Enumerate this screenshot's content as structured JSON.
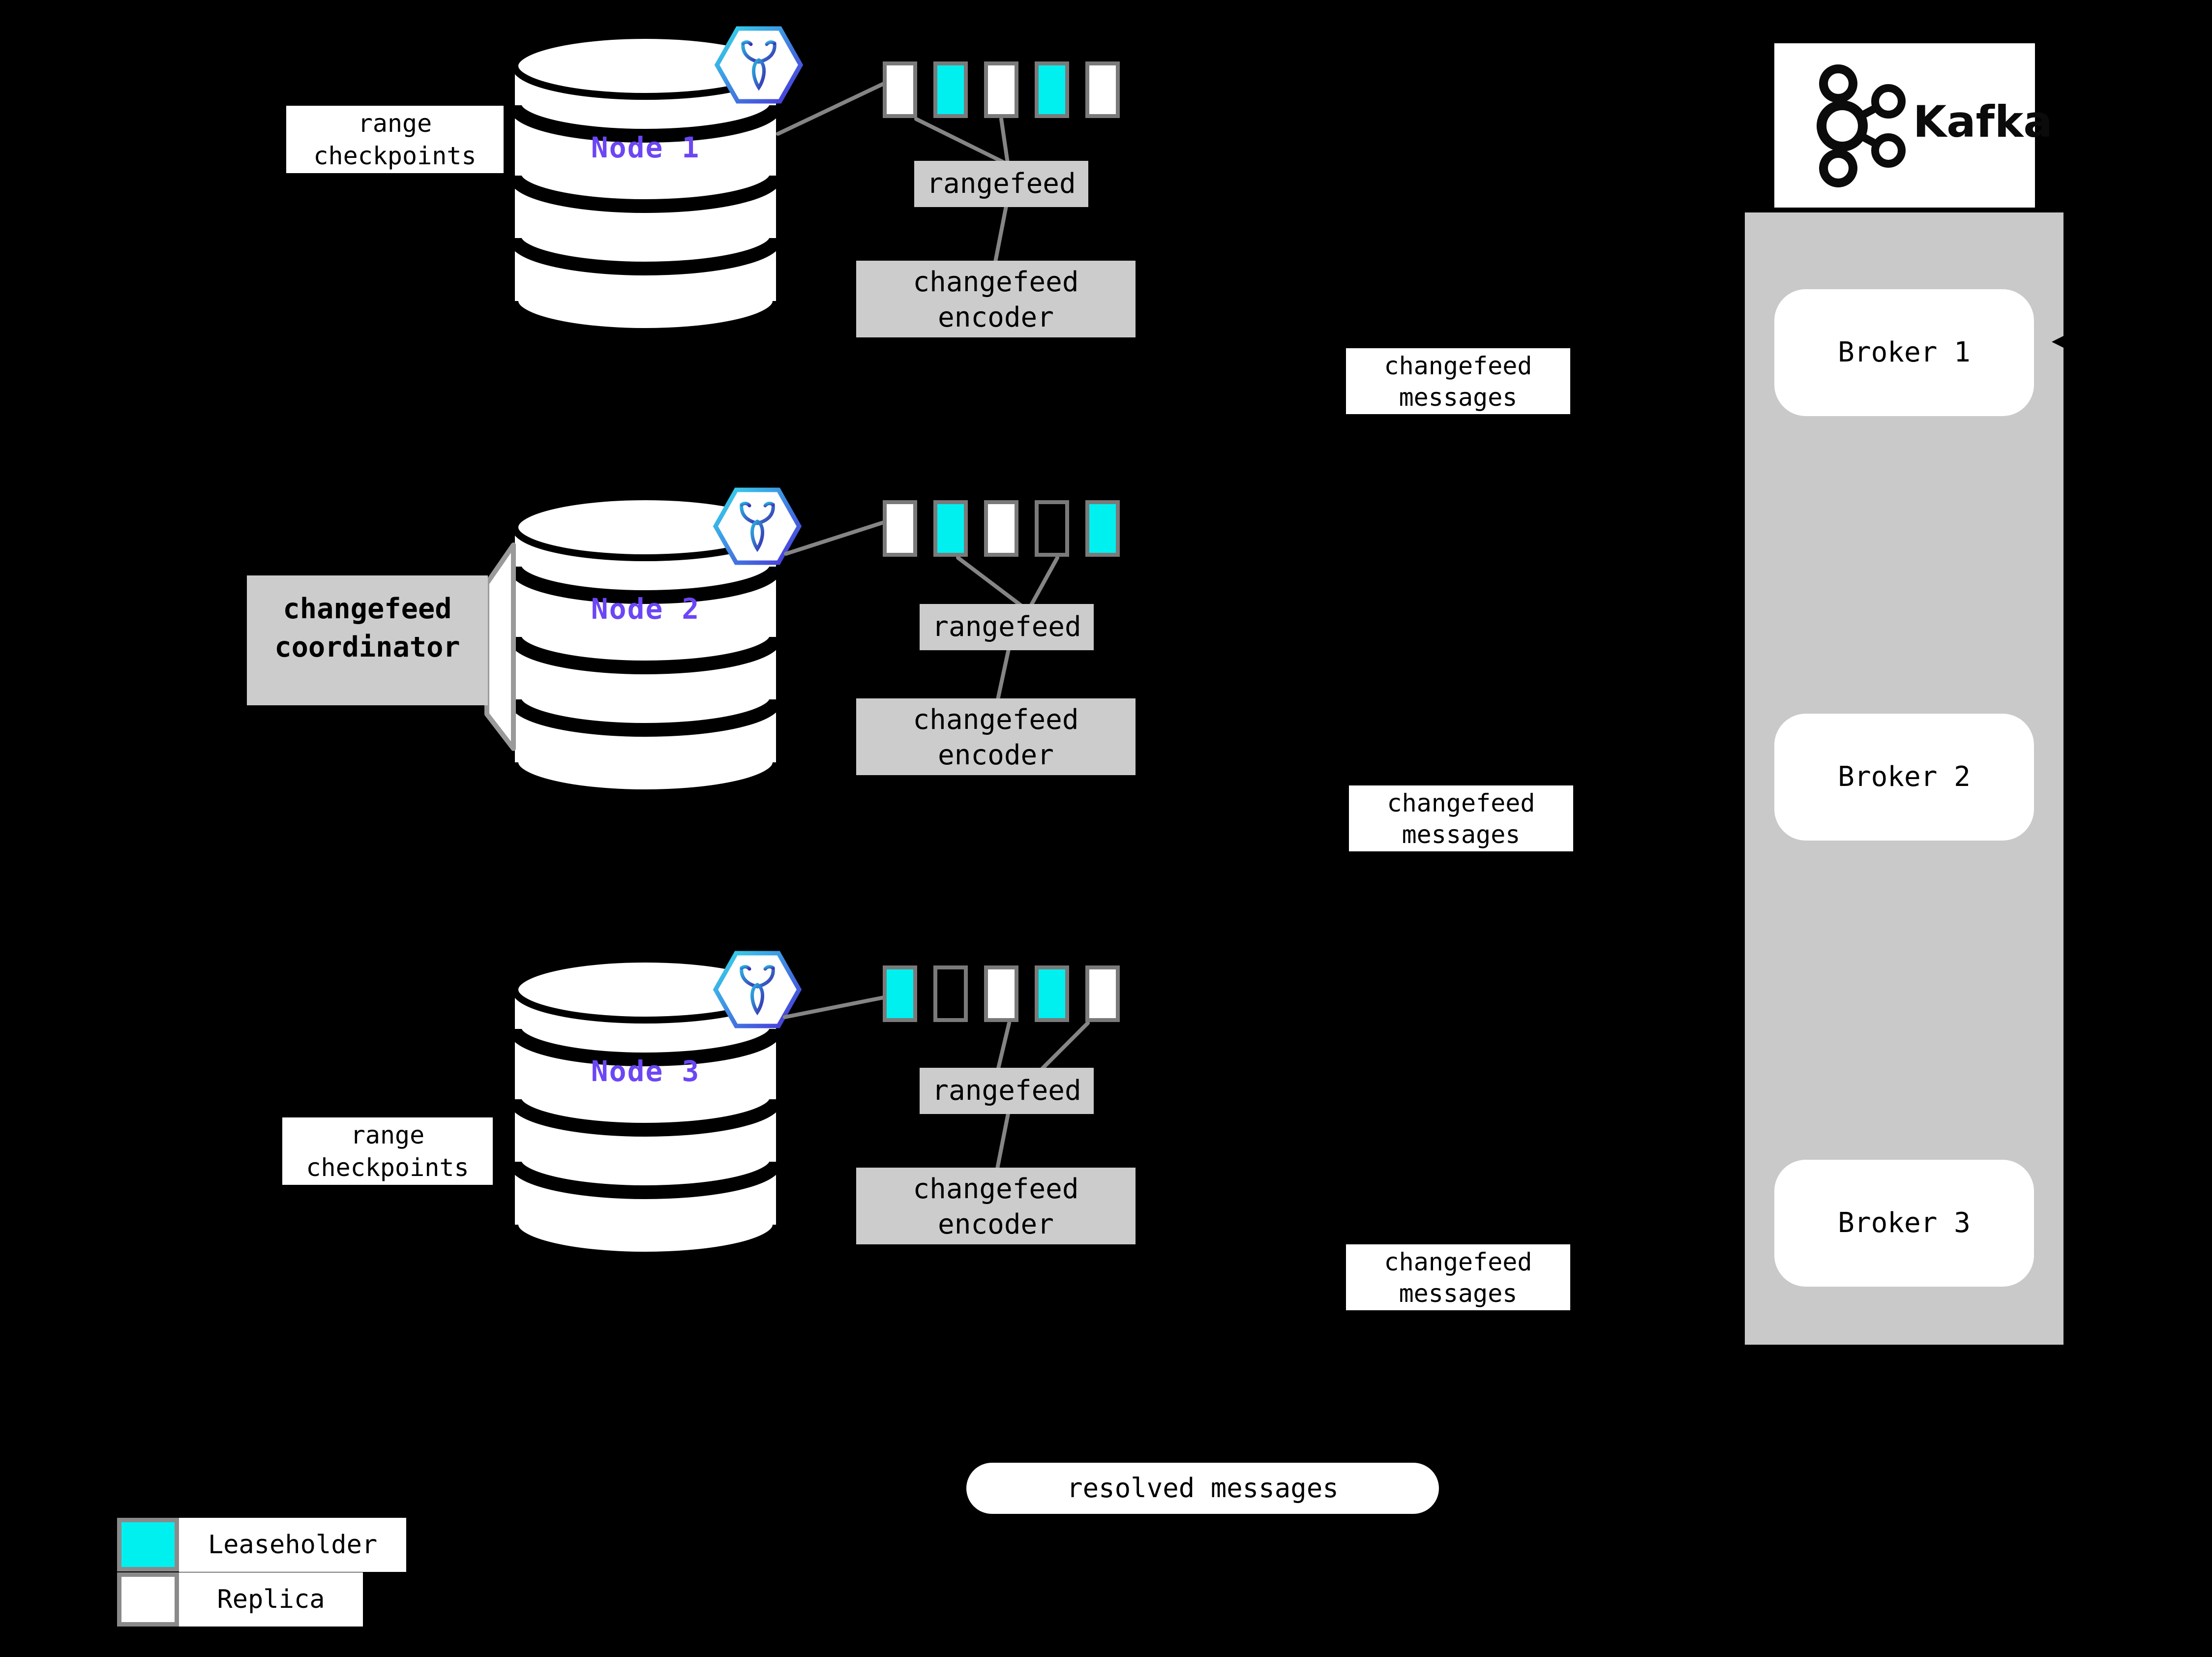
{
  "nodes": [
    {
      "name": "Node 1",
      "ranges": [
        "replica",
        "leaseholder",
        "replica",
        "leaseholder",
        "replica"
      ]
    },
    {
      "name": "Node 2",
      "ranges": [
        "replica",
        "leaseholder",
        "replica",
        "empty",
        "leaseholder"
      ]
    },
    {
      "name": "Node 3",
      "ranges": [
        "leaseholder",
        "empty",
        "replica",
        "leaseholder",
        "replica"
      ]
    }
  ],
  "boxes": {
    "checkpoints_line1": "range",
    "checkpoints_line2": "checkpoints",
    "coordinator_line1": "changefeed",
    "coordinator_line2": "coordinator",
    "rangefeed": "rangefeed",
    "encoder_line1": "changefeed",
    "encoder_line2": "encoder",
    "messages_line1": "changefeed",
    "messages_line2": "messages",
    "resolved": "resolved messages"
  },
  "kafka": {
    "title": "Kafka",
    "brokers": [
      {
        "label": "Broker 1"
      },
      {
        "label": "Broker 2"
      },
      {
        "label": "Broker 3"
      }
    ]
  },
  "legend": [
    {
      "label": "Leaseholder",
      "type": "leaseholder",
      "color": "#00F0F0"
    },
    {
      "label": "Replica",
      "type": "replica",
      "color": "#FFFFFF"
    }
  ],
  "colors": {
    "background": "#000000",
    "leaseholder": "#00F0F0",
    "replica": "#FFFFFF",
    "empty": "transparent",
    "box_gray": "#CCCCCC",
    "kafka_container_gray": "#C9C9C9",
    "node_text_purple": "#6C46F5",
    "square_border_gray": "#7A7A7A",
    "connector_gray": "#858585"
  }
}
